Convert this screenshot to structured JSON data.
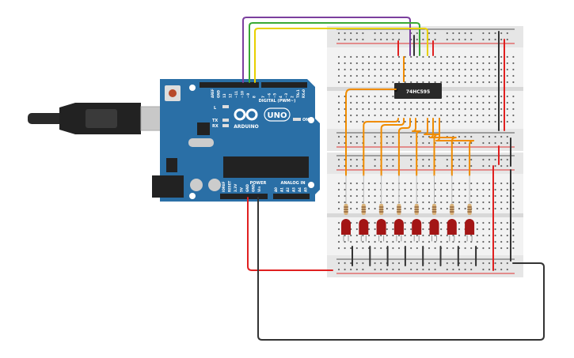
{
  "arduino": {
    "brand": "ARDUINO",
    "model": "UNO",
    "digital_label": "DIGITAL (PWM~)",
    "power_label": "POWER",
    "analog_label": "ANALOG IN",
    "on_label": "ON",
    "led_labels": [
      "L",
      "TX",
      "RX"
    ],
    "digital_pins": [
      "AREF",
      "GND",
      "13",
      "12",
      "~11",
      "~10",
      "~9",
      "8",
      "7",
      "~6",
      "~5",
      "4",
      "~3",
      "2",
      "TX▸1",
      "RX◂0"
    ],
    "power_pins": [
      "IOREF",
      "RESET",
      "3.3V",
      "5V",
      "GND",
      "GND",
      "Vin"
    ],
    "analog_pins": [
      "A0",
      "A1",
      "A2",
      "A3",
      "A4",
      "A5"
    ]
  },
  "chip": {
    "label": "74HC595"
  },
  "wire_colors": {
    "purple": "#7b3f9e",
    "green": "#3aa935",
    "yellow": "#e8d000",
    "orange": "#f08c00",
    "red": "#e02020",
    "black": "#333333"
  },
  "led_count": 8,
  "colors": {
    "board": "#2a6fa6",
    "breadboard": "#e6e6e6",
    "led": "#a31515"
  }
}
